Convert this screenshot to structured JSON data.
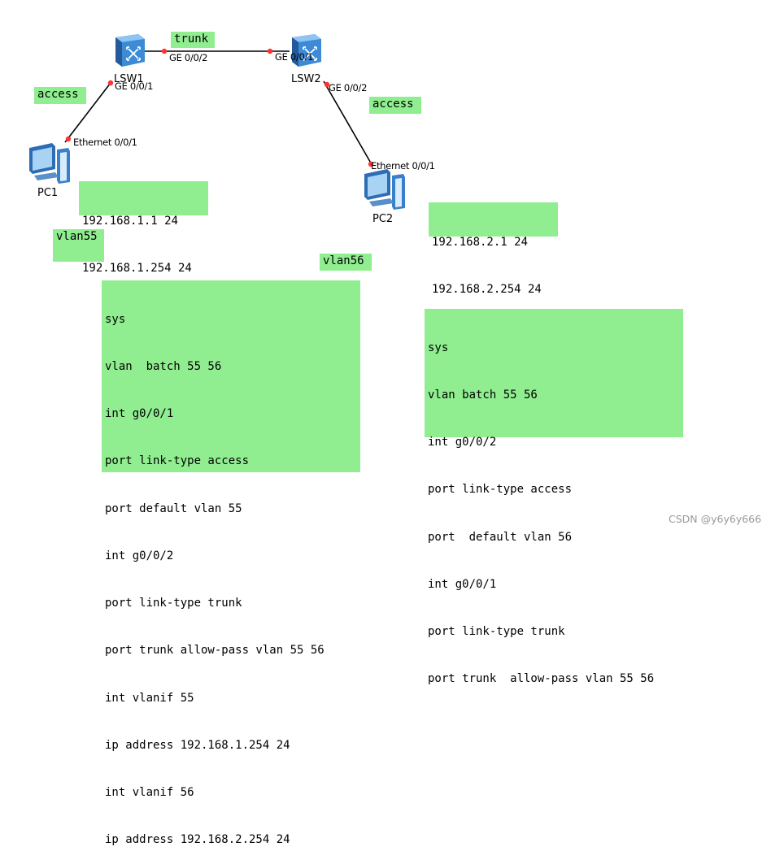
{
  "devices": {
    "lsw1": {
      "label": "LSW1"
    },
    "lsw2": {
      "label": "LSW2"
    },
    "pc1": {
      "label": "PC1"
    },
    "pc2": {
      "label": "PC2"
    }
  },
  "ports": {
    "lsw1_ge002": "GE 0/0/2",
    "lsw2_ge001": "GE 0/0/1",
    "lsw1_ge001": "GE 0/0/1",
    "lsw2_ge002": "GE 0/0/2",
    "pc1_eth": "Ethernet 0/0/1",
    "pc2_eth": "Ethernet 0/0/1"
  },
  "link_notes": {
    "trunk": "trunk",
    "access_left": "access",
    "access_right": "access"
  },
  "pc1_ip": [
    "192.168.1.1 24",
    "192.168.1.254 24"
  ],
  "pc2_ip": [
    "192.168.2.1 24",
    "192.168.2.254 24"
  ],
  "vlan_notes": {
    "vlan55": "vlan55",
    "vlan56": "vlan56"
  },
  "lsw1_config": [
    "sys",
    "vlan  batch 55 56",
    "int g0/0/1",
    "port link-type access",
    "port default vlan 55",
    "int g0/0/2",
    "port link-type trunk",
    "port trunk allow-pass vlan 55 56",
    "int vlanif 55",
    "ip address 192.168.1.254 24",
    "int vlanif 56",
    "ip address 192.168.2.254 24"
  ],
  "lsw2_config": [
    "sys",
    "vlan batch 55 56",
    "int g0/0/2",
    "port link-type access",
    "port  default vlan 56",
    "int g0/0/1",
    "port link-type trunk",
    "port trunk  allow-pass vlan 55 56"
  ],
  "watermark": "CSDN @y6y6y666",
  "colors": {
    "note_bg": "#90ee90",
    "link_dot": "#ff3333",
    "switch_blue": "#3a8fd8"
  }
}
